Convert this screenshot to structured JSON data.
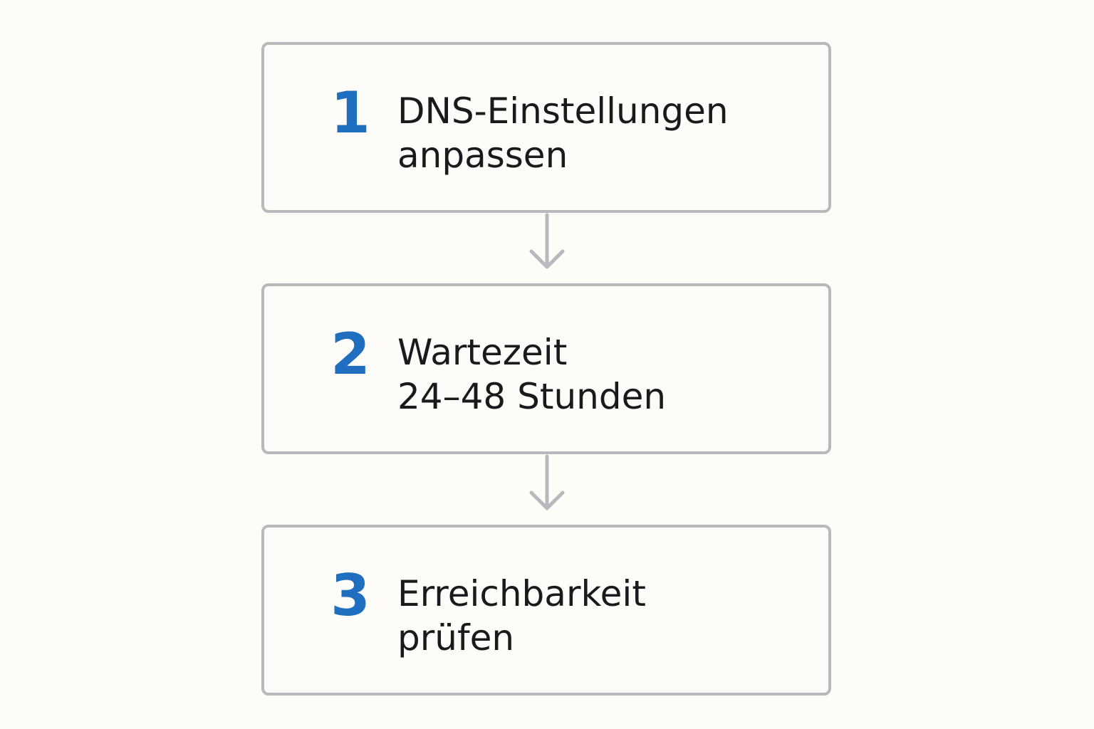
{
  "steps": [
    {
      "number": "1",
      "line1": "DNS-Einstellungen",
      "line2": "anpassen"
    },
    {
      "number": "2",
      "line1": "Wartezeit",
      "line2": "24–48 Stunden"
    },
    {
      "number": "3",
      "line1": "Erreichbarkeit",
      "line2": "prüfen"
    }
  ],
  "colors": {
    "accent": "#1f6ebf",
    "border": "#b8b8bd",
    "text": "#1a1a1a",
    "background": "#fdfcf7"
  }
}
